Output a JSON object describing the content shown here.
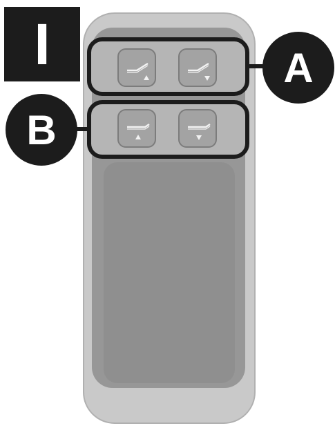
{
  "panel_label": "I",
  "callouts": {
    "a": "A",
    "b": "B"
  },
  "buttons": [
    {
      "group": "A",
      "icon": "backrest-up-icon"
    },
    {
      "group": "A",
      "icon": "backrest-down-icon"
    },
    {
      "group": "B",
      "icon": "legrest-up-icon"
    },
    {
      "group": "B",
      "icon": "legrest-down-icon"
    }
  ],
  "colors": {
    "outline": "#1c1c1c",
    "remote_body": "#c9c9c9",
    "remote_face": "#979797",
    "button": "#a3a3a3"
  }
}
